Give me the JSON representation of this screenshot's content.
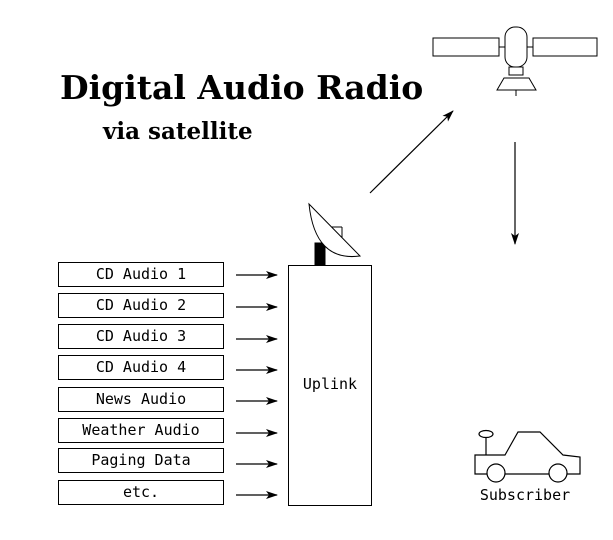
{
  "title": "Digital Audio Radio",
  "subtitle": "via satellite",
  "sources": [
    {
      "label": "CD Audio 1"
    },
    {
      "label": "CD Audio 2"
    },
    {
      "label": "CD Audio 3"
    },
    {
      "label": "CD Audio 4"
    },
    {
      "label": "News Audio"
    },
    {
      "label": "Weather Audio"
    },
    {
      "label": "Paging Data"
    },
    {
      "label": "etc."
    }
  ],
  "uplink": {
    "label": "Uplink"
  },
  "subscriber": {
    "label": "Subscriber"
  },
  "icons": [
    "satellite-icon",
    "dish-antenna-icon",
    "car-icon"
  ],
  "colors": {
    "ink": "#000000",
    "background": "#ffffff"
  }
}
